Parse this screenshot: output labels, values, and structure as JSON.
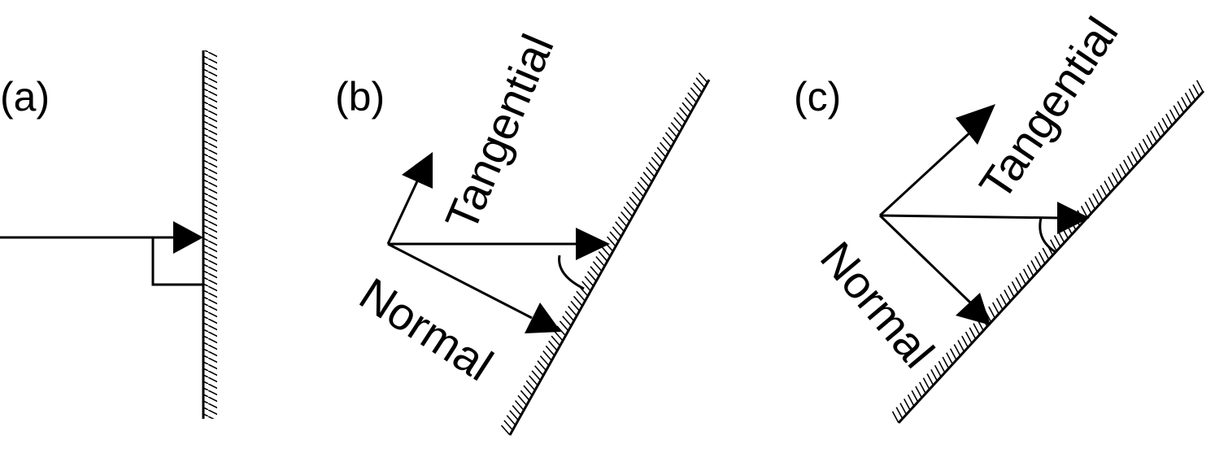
{
  "panels": [
    {
      "id": "a",
      "label": "(a)"
    },
    {
      "id": "b",
      "label": "(b)",
      "tangential_label": "Tangential",
      "normal_label": "Normal"
    },
    {
      "id": "c",
      "label": "(c)",
      "tangential_label": "Tangential",
      "normal_label": "Normal"
    }
  ],
  "colors": {
    "ink": "#000000",
    "background": "#ffffff"
  }
}
